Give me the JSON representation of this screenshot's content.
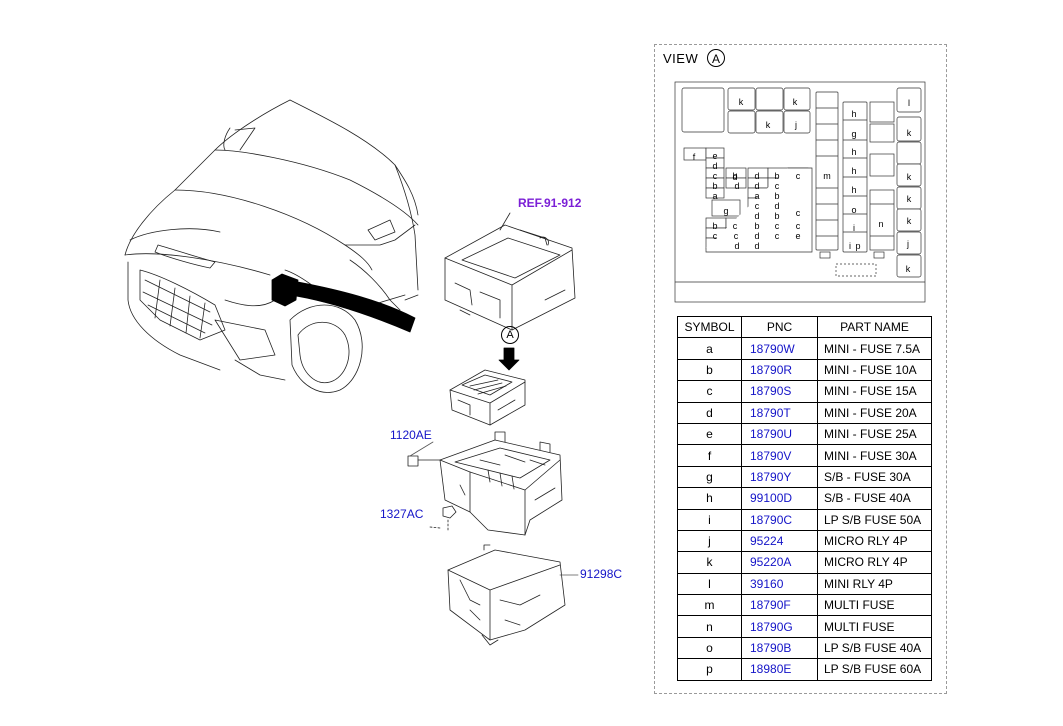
{
  "callouts": {
    "ref": "REF.91-912",
    "view_marker": "A",
    "bolt": "1120AE",
    "nut": "1327AC",
    "lower_cover": "91298C"
  },
  "view": {
    "label": "VIEW",
    "marker": "A"
  },
  "fuse_layout_letters": [
    "k",
    "k",
    "k",
    "j",
    "l",
    "k",
    "k",
    "k",
    "k",
    "j",
    "k",
    "h",
    "g",
    "h",
    "h",
    "h",
    "o",
    "i",
    "i",
    "p",
    "m",
    "n",
    "f",
    "e",
    "d",
    "c",
    "b",
    "b",
    "a",
    "d",
    "d",
    "d",
    "d",
    "b",
    "c",
    "c",
    "b",
    "a",
    "d",
    "c",
    "c",
    "b",
    "d",
    "g",
    "c",
    "b",
    "c",
    "c",
    "d",
    "c",
    "b",
    "c",
    "d",
    "c",
    "e",
    "d"
  ],
  "table": {
    "headers": [
      "SYMBOL",
      "PNC",
      "PART NAME"
    ],
    "rows": [
      {
        "symbol": "a",
        "pnc": "18790W",
        "name": "MINI - FUSE 7.5A"
      },
      {
        "symbol": "b",
        "pnc": "18790R",
        "name": "MINI - FUSE 10A"
      },
      {
        "symbol": "c",
        "pnc": "18790S",
        "name": "MINI - FUSE 15A"
      },
      {
        "symbol": "d",
        "pnc": "18790T",
        "name": "MINI - FUSE 20A"
      },
      {
        "symbol": "e",
        "pnc": "18790U",
        "name": "MINI - FUSE 25A"
      },
      {
        "symbol": "f",
        "pnc": "18790V",
        "name": "MINI - FUSE 30A"
      },
      {
        "symbol": "g",
        "pnc": "18790Y",
        "name": "S/B - FUSE 30A"
      },
      {
        "symbol": "h",
        "pnc": "99100D",
        "name": "S/B - FUSE 40A"
      },
      {
        "symbol": "i",
        "pnc": "18790C",
        "name": "LP S/B  FUSE 50A"
      },
      {
        "symbol": "j",
        "pnc": "95224",
        "name": "MICRO RLY 4P"
      },
      {
        "symbol": "k",
        "pnc": "95220A",
        "name": "MICRO RLY 4P"
      },
      {
        "symbol": "l",
        "pnc": "39160",
        "name": "MINI RLY 4P"
      },
      {
        "symbol": "m",
        "pnc": "18790F",
        "name": "MULTI FUSE"
      },
      {
        "symbol": "n",
        "pnc": "18790G",
        "name": "MULTI FUSE"
      },
      {
        "symbol": "o",
        "pnc": "18790B",
        "name": "LP S/B  FUSE 40A"
      },
      {
        "symbol": "p",
        "pnc": "18980E",
        "name": "LP S/B  FUSE 60A"
      }
    ]
  }
}
